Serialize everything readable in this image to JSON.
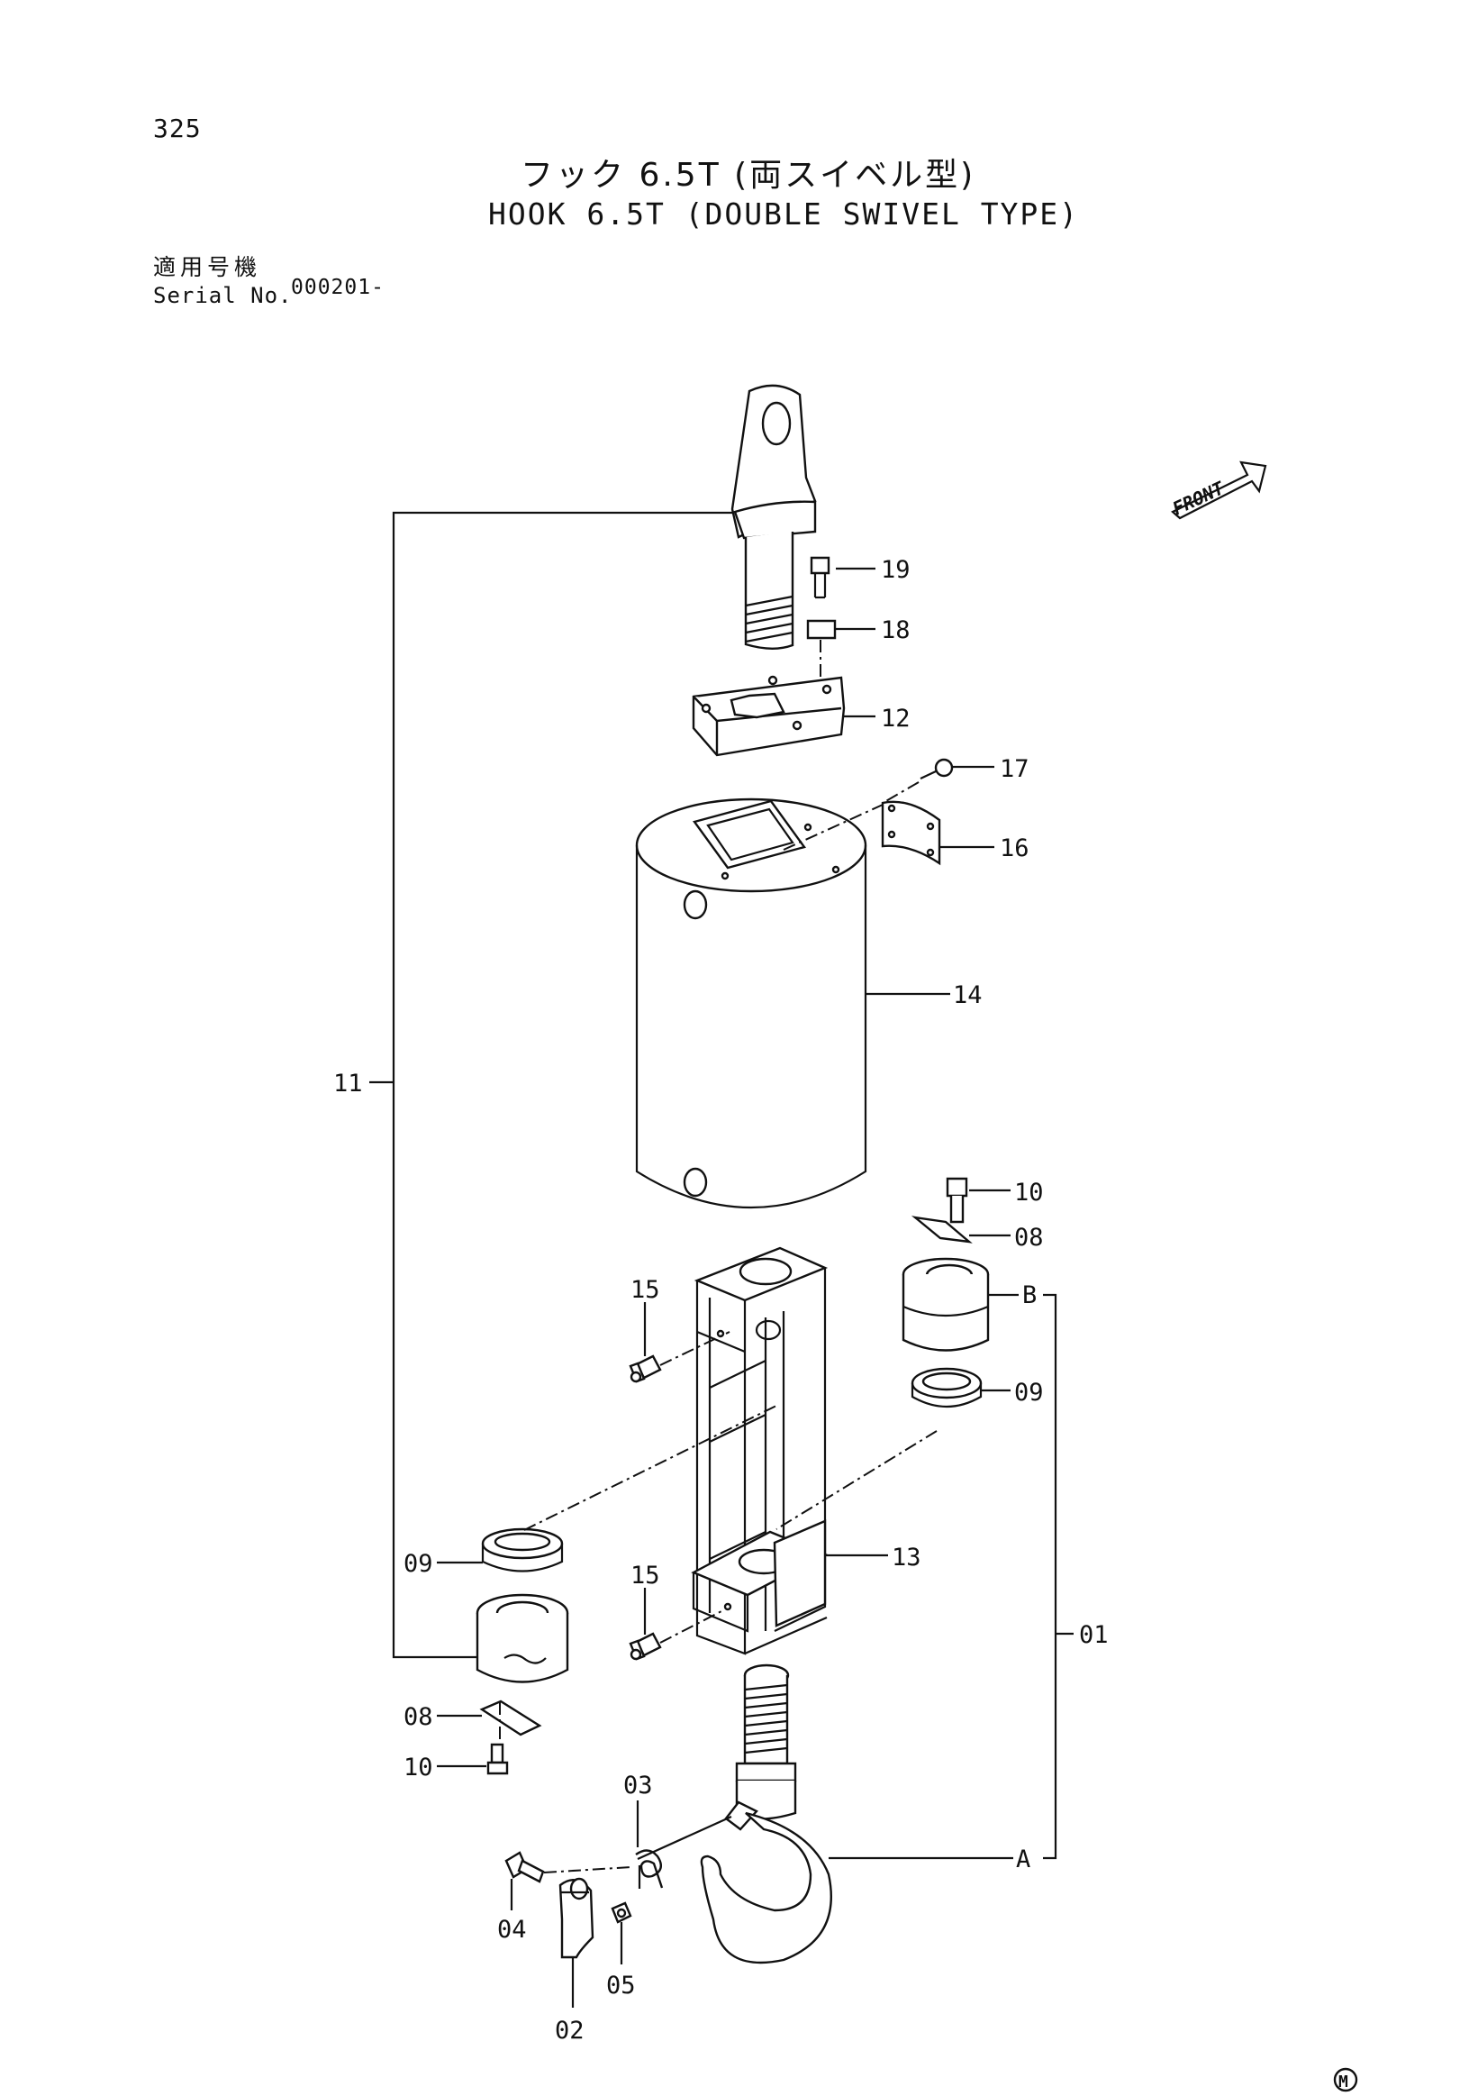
{
  "header": {
    "page_number": "325",
    "title_ja": "フック 6.5T (両スイベル型)",
    "title_en": "HOOK 6.5T (DOUBLE SWIVEL TYPE)",
    "serial_label_ja": "適用号機",
    "serial_label_en": "Serial No.",
    "serial_value": "000201-"
  },
  "front_marker": "FRONT",
  "footer_mark": "M",
  "callouts": {
    "c19": "19",
    "c18": "18",
    "c12": "12",
    "c17": "17",
    "c16": "16",
    "c14": "14",
    "c11": "11",
    "c10_top": "10",
    "c08_top": "08",
    "c15_top": "15",
    "c09_right": "09",
    "c09_left": "09",
    "c13": "13",
    "c15_bottom": "15",
    "c01": "01",
    "c08_bottom": "08",
    "c10_bottom": "10",
    "c03": "03",
    "c04": "04",
    "c05": "05",
    "c02": "02"
  },
  "group_labels": {
    "a": "A",
    "b": "B"
  }
}
